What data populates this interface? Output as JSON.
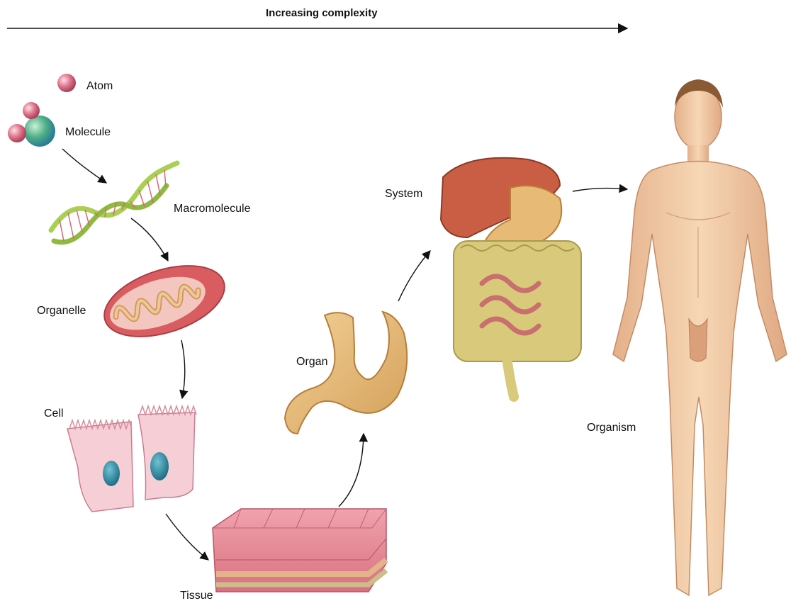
{
  "header": {
    "title": "Increasing complexity"
  },
  "levels": {
    "atom": "Atom",
    "molecule": "Molecule",
    "macromolecule": "Macromolecule",
    "organelle": "Organelle",
    "cell": "Cell",
    "tissue": "Tissue",
    "organ": "Organ",
    "system": "System",
    "organism": "Organism"
  },
  "colors": {
    "atom": "#e0758c",
    "molecule_center": "#4fae86",
    "dna_strand": "#a9cf55",
    "dna_rungs": "#d9677a",
    "mitochondrion": "#d95d60",
    "cristae": "#eec89a",
    "cell_body": "#f6cfd6",
    "nucleus": "#2f8fa6",
    "tissue": "#e98a97",
    "stomach": "#e7ba75",
    "liver": "#c95e44",
    "intestine": "#d9c97b",
    "skin": "#f1cca6",
    "arrow": "#111111"
  }
}
